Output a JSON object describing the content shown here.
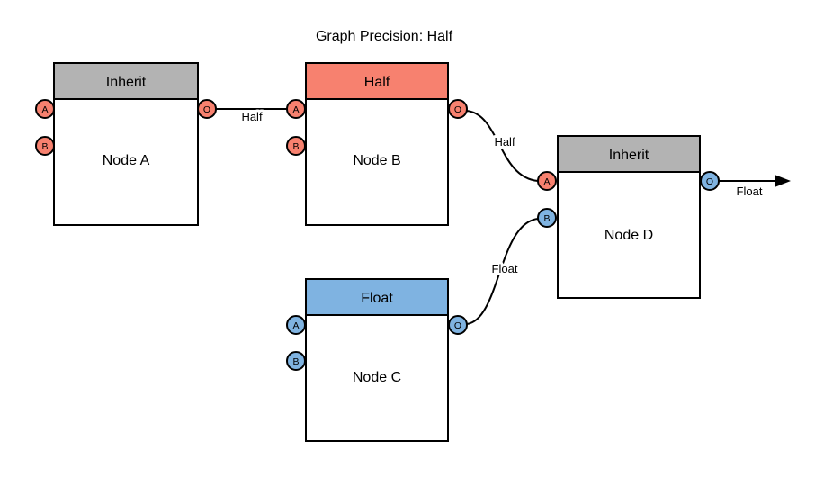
{
  "title": "Graph Precision: Half",
  "colors": {
    "background": "#ffffff",
    "inherit_gray": "#b3b3b3",
    "half_salmon": "#f7816f",
    "float_blue": "#7fb3e1",
    "stroke": "#000000"
  },
  "nodes": {
    "a": {
      "name": "Node A",
      "header": "Inherit",
      "portA": "A",
      "portB": "B",
      "portO": "O"
    },
    "b": {
      "name": "Node B",
      "header": "Half",
      "portA": "A",
      "portB": "B",
      "portO": "O"
    },
    "c": {
      "name": "Node C",
      "header": "Float",
      "portA": "A",
      "portB": "B",
      "portO": "O"
    },
    "d": {
      "name": "Node D",
      "header": "Inherit",
      "portA": "A",
      "portB": "B",
      "portO": "O"
    }
  },
  "edges": {
    "a_to_b": {
      "label": "Half",
      "from": "Node A output O",
      "to": "Node B input A"
    },
    "b_to_d": {
      "label": "Half",
      "from": "Node B output O",
      "to": "Node D input A"
    },
    "c_to_d": {
      "label": "Float",
      "from": "Node C output O",
      "to": "Node D input B"
    },
    "d_out": {
      "label": "Float",
      "from": "Node D output O",
      "to": "graph output arrow"
    }
  }
}
